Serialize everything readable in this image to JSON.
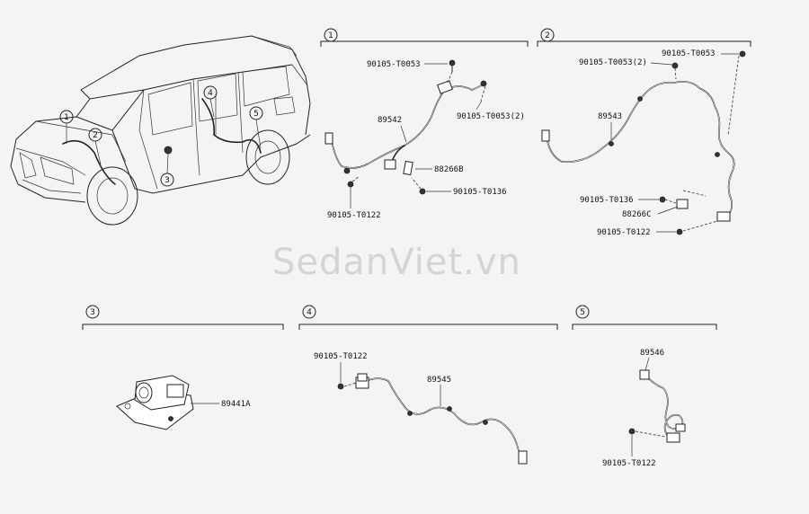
{
  "watermark": "SedanViet.vn",
  "sections": [
    {
      "num": "1",
      "parts": {
        "p1": "90105-T0053",
        "p2": "90105-T0053(2)",
        "p3": "89542",
        "p4": "88266B",
        "p5": "90105-T0136",
        "p6": "90105-T0122"
      }
    },
    {
      "num": "2",
      "parts": {
        "p1": "90105-T0053(2)",
        "p2": "90105-T0053",
        "p3": "89543",
        "p4": "90105-T0136",
        "p5": "88266C",
        "p6": "90105-T0122"
      }
    },
    {
      "num": "3",
      "parts": {
        "p1": "89441A"
      }
    },
    {
      "num": "4",
      "parts": {
        "p1": "90105-T0122",
        "p2": "89545"
      }
    },
    {
      "num": "5",
      "parts": {
        "p1": "89546",
        "p2": "90105-T0122"
      }
    }
  ],
  "car_callouts": [
    "1",
    "2",
    "3",
    "4",
    "5"
  ]
}
